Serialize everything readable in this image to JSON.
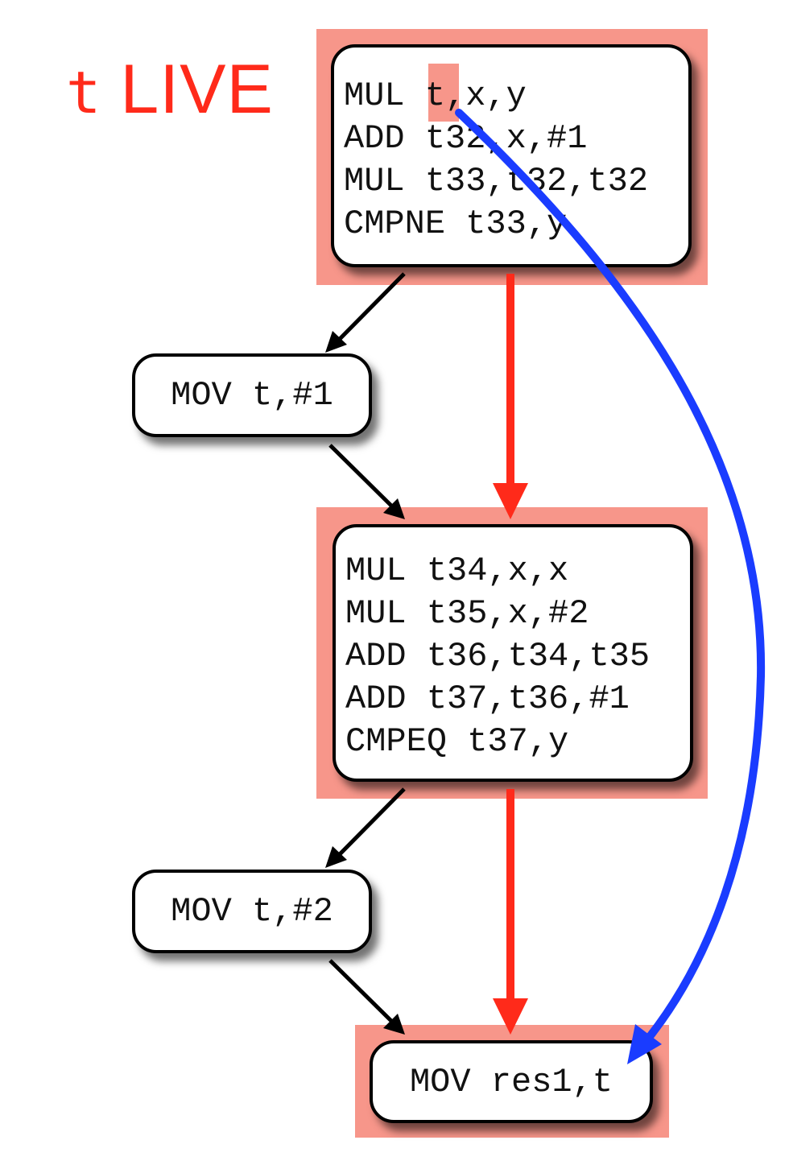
{
  "title": {
    "variable": "t",
    "status": "LIVE"
  },
  "colors": {
    "highlight": "#f7968a",
    "title": "#ff2a1a",
    "live_edge": "#ff2a1a",
    "flow_edge": "#000000",
    "def_use_arc": "#1a3cff"
  },
  "blocks": {
    "b1": {
      "lines": [
        "MUL t,x,y",
        "ADD t32,x,#1",
        "MUL t33,t32,t32",
        "CMPNE t33,y"
      ]
    },
    "b2": {
      "lines": [
        "MOV t,#1"
      ]
    },
    "b3": {
      "lines": [
        "MUL t34,x,x",
        "MUL t35,x,#2",
        "ADD t36,t34,t35",
        "ADD t37,t36,#1",
        "CMPEQ t37,y"
      ]
    },
    "b4": {
      "lines": [
        "MOV t,#2"
      ]
    },
    "b5": {
      "lines": [
        "MOV res1,t"
      ]
    }
  }
}
